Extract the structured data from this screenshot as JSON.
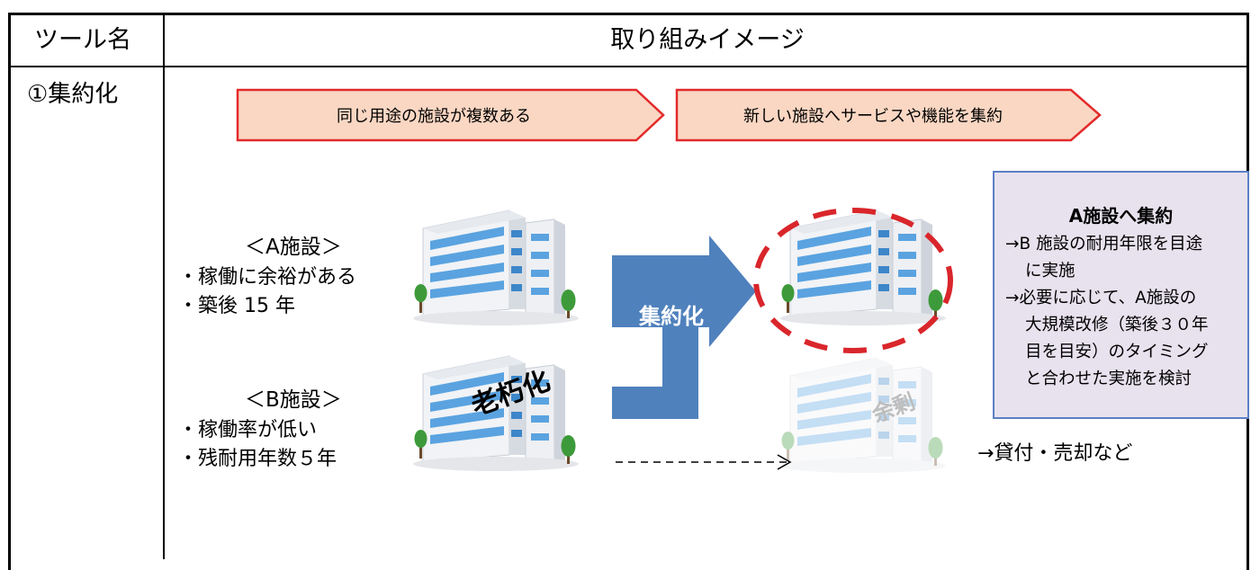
{
  "header": {
    "col1": "ツール名",
    "col2": "取り組みイメージ"
  },
  "row": {
    "label": "①集約化"
  },
  "steps": [
    "同じ用途の施設が複数ある",
    "新しい施設へサービスや機能を集約"
  ],
  "facility_a": {
    "title": "＜A施設＞",
    "lines": [
      "・稼働に余裕がある",
      "・築後 15 年"
    ]
  },
  "facility_b": {
    "title": "＜B施設＞",
    "lines": [
      "・稼働率が低い",
      "・残耐用年数５年"
    ]
  },
  "arrow_label": "集約化",
  "aging_label": "老朽化",
  "surplus_label": "余剰",
  "disposal_label": "→貸付・売却など",
  "note": {
    "title": "A施設へ集約",
    "lines": [
      "→B 施設の耐用年限を目途",
      "に実施",
      "→必要に応じて、A施設の",
      "大規模改修（築後３０年",
      "目を目安）のタイミング",
      "と合わせた実施を検討"
    ]
  },
  "colors": {
    "step_fill": "#fad7c3",
    "step_border": "#e32a2a",
    "big_arrow": "#4f81bd",
    "dashed_ring": "#d9262b",
    "note_fill": "#e8e2ee",
    "note_border": "#5b80c6"
  }
}
